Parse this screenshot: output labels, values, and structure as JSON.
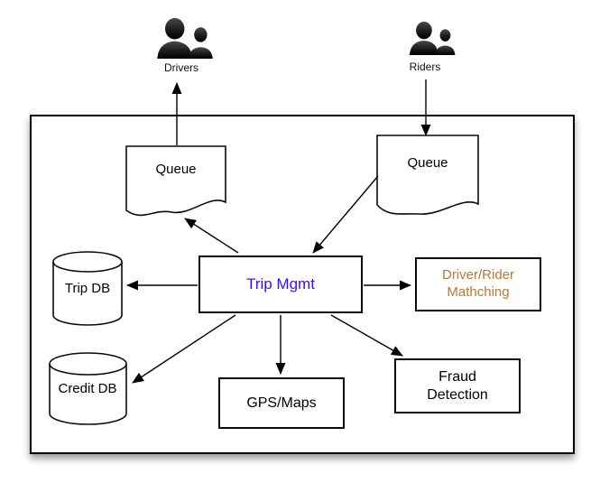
{
  "diagram": {
    "actors": {
      "drivers": {
        "label": "Drivers",
        "icon": "people-icon"
      },
      "riders": {
        "label": "Riders",
        "icon": "people-icon"
      }
    },
    "nodes": {
      "queue_left": {
        "label": "Queue",
        "shape": "document"
      },
      "queue_right": {
        "label": "Queue",
        "shape": "document"
      },
      "trip_mgmt": {
        "label": "Trip Mgmt",
        "text_color": "#3a10e8"
      },
      "driver_rider_matching": {
        "line1": "Driver/Rider",
        "line2": "Mathching",
        "text_color": "#b5793c"
      },
      "trip_db": {
        "label": "Trip DB",
        "shape": "cylinder"
      },
      "credit_db": {
        "label": "Credit DB",
        "shape": "cylinder"
      },
      "gps_maps": {
        "label": "GPS/Maps"
      },
      "fraud_detection": {
        "line1": "Fraud",
        "line2": "Detection"
      }
    },
    "edges": [
      "queue_left -> drivers",
      "riders -> queue_right",
      "queue_right -> trip_mgmt",
      "trip_mgmt -> queue_left",
      "trip_mgmt -> trip_db",
      "trip_mgmt -> driver_rider_matching",
      "trip_mgmt -> credit_db",
      "trip_mgmt -> gps_maps",
      "trip_mgmt -> fraud_detection"
    ]
  }
}
